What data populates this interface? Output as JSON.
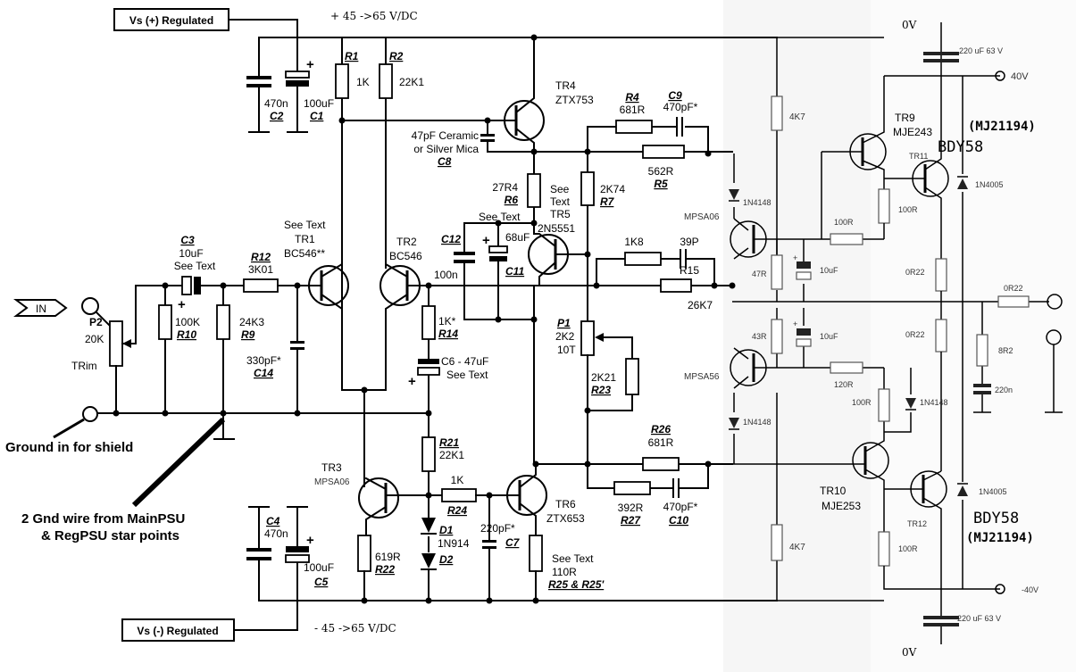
{
  "supply": {
    "pos_box": "Vs (+) Regulated",
    "neg_box": "Vs (-) Regulated",
    "pos_rail": "+ 45 ->65 V/DC",
    "neg_rail": "- 45 ->65 V/DC"
  },
  "notes": {
    "ground_shield": "Ground in for shield",
    "gnd_wire_1": "2 Gnd wire from MainPSU",
    "gnd_wire_2": "& RegPSU star points",
    "in_flag": "IN"
  },
  "p2": {
    "name": "P2",
    "value": "20K",
    "label": "TRim"
  },
  "caps": {
    "c1": {
      "ref": "C1",
      "value": "100uF"
    },
    "c2": {
      "ref": "C2",
      "value": "470n"
    },
    "c3": {
      "ref": "C3",
      "value": "10uF",
      "note": "See Text"
    },
    "c4": {
      "ref": "C4",
      "value": "470n"
    },
    "c5": {
      "ref": "C5",
      "value": "100uF"
    },
    "c6": {
      "line1": "C6 - 47uF",
      "line2": "See Text"
    },
    "c7": {
      "ref": "C7",
      "value": "220pF*"
    },
    "c8": {
      "ref": "C8",
      "line1": "47pF Ceramic",
      "line2": "or Silver Mica"
    },
    "c9": {
      "ref": "C9",
      "value": "470pF*"
    },
    "c10": {
      "ref": "C10",
      "value": "470pF*"
    },
    "c11": {
      "ref": "C11",
      "value": "68uF",
      "note": "See Text"
    },
    "c12": {
      "ref": "C12",
      "value": "100n"
    },
    "c14": {
      "ref": "C14",
      "value": "330pF*"
    },
    "c39p": {
      "value": "39P"
    }
  },
  "resistors": {
    "r1": {
      "ref": "R1",
      "value": "1K"
    },
    "r2": {
      "ref": "R2",
      "value": "22K1"
    },
    "r4": {
      "ref": "R4",
      "value": "681R"
    },
    "r5": {
      "ref": "R5",
      "value": "562R"
    },
    "r6": {
      "ref": "R6",
      "value": "27R4"
    },
    "r7": {
      "ref": "R7",
      "value": "2K74"
    },
    "r9": {
      "ref": "R9",
      "value": "24K3"
    },
    "r10": {
      "ref": "R10",
      "value": "100K"
    },
    "r12": {
      "ref": "R12",
      "value": "3K01"
    },
    "r14": {
      "ref": "R14",
      "value": "1K*"
    },
    "r15": {
      "ref": "R15",
      "value": "26K7",
      "top": "1K8"
    },
    "r21": {
      "ref": "R21",
      "value": "22K1"
    },
    "r22": {
      "ref": "R22",
      "value": "619R"
    },
    "r23": {
      "ref": "R23",
      "value": "2K21"
    },
    "r24": {
      "ref": "R24",
      "value": "1K"
    },
    "r25": {
      "ref": "R25 & R25'",
      "line1": "See Text",
      "line2": "110R"
    },
    "r26": {
      "ref": "R26",
      "value": "681R"
    },
    "r27": {
      "ref": "R27",
      "value": "392R"
    }
  },
  "pot_p1": {
    "ref": "P1",
    "value": "2K2",
    "turns": "10T"
  },
  "transistors": {
    "tr1": {
      "line1": "See Text",
      "line2": "TR1",
      "line3": "BC546**"
    },
    "tr2": {
      "line1": "TR2",
      "line2": "BC546"
    },
    "tr3": {
      "line1": "TR3",
      "line2": "MPSA06"
    },
    "tr4": {
      "line1": "TR4",
      "line2": "ZTX753"
    },
    "tr5": {
      "line1": "See",
      "line2": "Text",
      "line3": "TR5",
      "line4": "2N5551"
    },
    "tr6": {
      "line1": "TR6",
      "line2": "ZTX653"
    }
  },
  "diodes": {
    "d1": {
      "ref": "D1",
      "value": "1N914"
    },
    "d2": {
      "ref": "D2"
    }
  },
  "output": {
    "zero_v_top": "0V",
    "zero_v_bottom": "0V",
    "cap_top": "220 uF 63 V",
    "cap_bottom": "220 uF 63 V",
    "plus_40": "40V",
    "minus_40": "-40V",
    "r_4k7_top": "4K7",
    "r_4k7_bottom": "4K7",
    "d_1n4148_top": "1N4148",
    "d_1n4148_bottom": "1N4148",
    "d_1n4148_right": "1N4148",
    "mpsa06": "MPSA06",
    "mpsa56": "MPSA56",
    "r47": "47R",
    "r43": "43R",
    "c10uf_top": "10uF",
    "c10uf_bottom": "10uF",
    "r100_top": "100R",
    "r120": "120R",
    "r100r_a": "100R",
    "r100r_b": "100R",
    "r100r_c": "100R",
    "r0r22_a": "0R22",
    "r0r22_b": "0R22",
    "r0r22_out": "0R22",
    "r8r2": "8R2",
    "c220n": "220n",
    "tr9_name": "TR9",
    "tr9_type": "MJE243",
    "tr10_name": "TR10",
    "tr10_type": "MJE253",
    "tr11": "TR11",
    "tr12": "TR12",
    "bdy58_top": "BDY58",
    "bdy58_bottom": "BDY58",
    "mj_top": "(MJ21194)",
    "mj_bottom": "(MJ21194)",
    "d_1n4005_top": "1N4005",
    "d_1n4005_bottom": "1N4005"
  }
}
